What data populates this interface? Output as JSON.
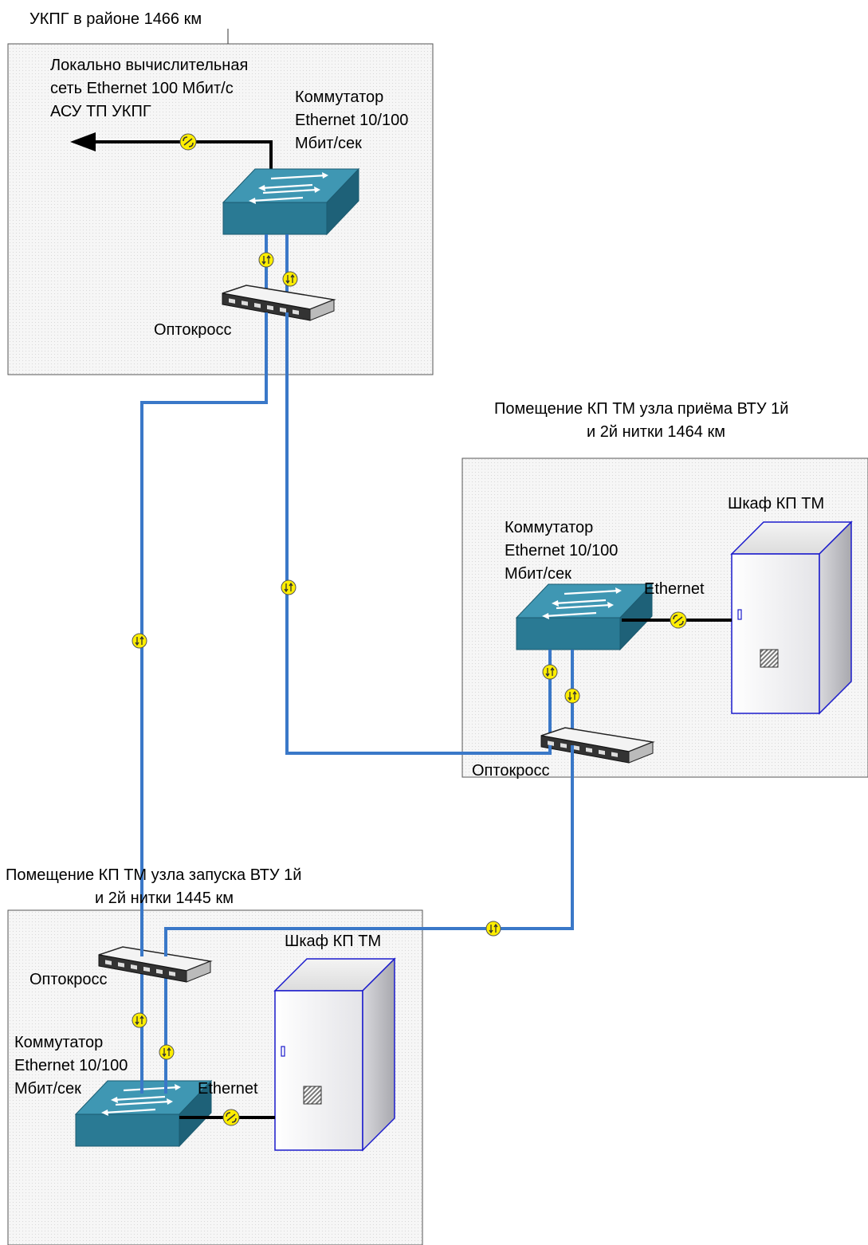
{
  "rooms": {
    "ukpg": {
      "title": "УКПГ  в районе 1466 км",
      "lan_label": [
        "Локально вычислительная",
        "сеть Ethernet 100 Мбит/с",
        "АСУ ТП УКПГ"
      ],
      "switch_label": [
        "Коммутатор",
        "Ethernet 10/100",
        "Мбит/сек"
      ],
      "crossconnect_label": "Оптокросс"
    },
    "receive_node": {
      "title": [
        "Помещение КП ТМ узла приёма ВТУ 1й",
        "и 2й нитки 1464 км"
      ],
      "cabinet_label": "Шкаф КП ТМ",
      "switch_label": [
        "Коммутатор",
        "Ethernet 10/100",
        "Мбит/сек"
      ],
      "ethernet_label": "Ethernet",
      "crossconnect_label": "Оптокросс"
    },
    "launch_node": {
      "title": [
        "Помещение КП ТМ узла запуска ВТУ 1й",
        "и 2й нитки 1445 км"
      ],
      "cabinet_label": "Шкаф КП ТМ",
      "switch_label": [
        "Коммутатор",
        "Ethernet 10/100",
        "Мбит/сек"
      ],
      "ethernet_label": "Ethernet",
      "crossconnect_label": "Оптокросс"
    }
  },
  "colors": {
    "fiber": "#3a78c8",
    "switch_body": "#2a7a94",
    "connector": "#ffee00",
    "cabinet_outline": "#1a1acc"
  },
  "icons": {
    "fiber_connector": "fiber-connector-icon",
    "ethernet_connector": "ethernet-connector-icon",
    "switch": "switch-icon",
    "patch_panel": "patch-panel-icon",
    "cabinet": "cabinet-icon"
  }
}
